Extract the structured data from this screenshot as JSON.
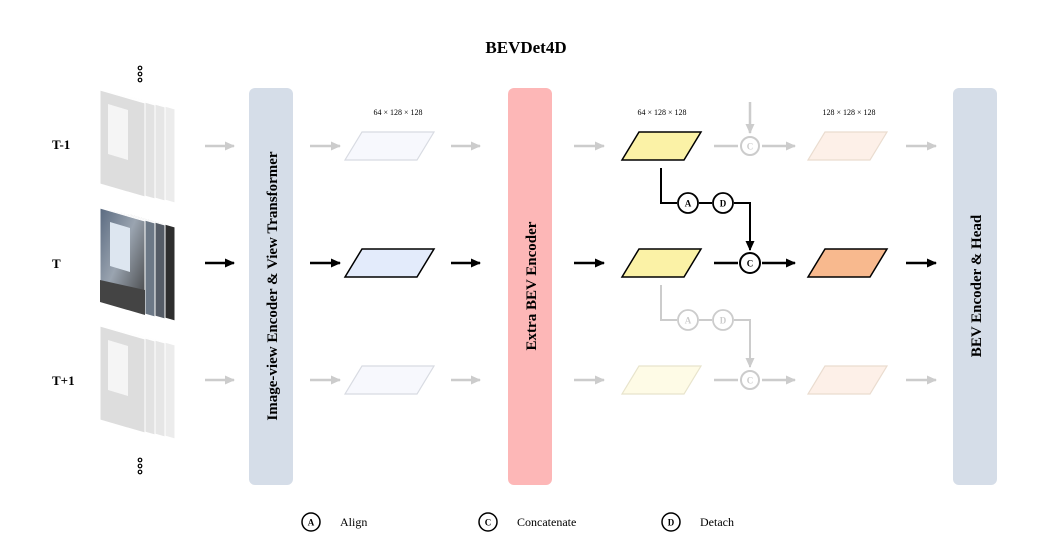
{
  "title": "BEVDet4D",
  "rows": {
    "prev": "T-1",
    "cur": "T",
    "next": "T+1"
  },
  "blocks": {
    "image_view": "Image-view Encoder & View Transformer",
    "extra_bev": "Extra BEV Encoder",
    "bev_head": "BEV Encoder & Head"
  },
  "dims": {
    "bev_feature": "64 × 128 × 128",
    "extra_feature": "64 × 128 × 128",
    "concat_feature": "128 × 128 × 128"
  },
  "ops": {
    "align_letter": "A",
    "concat_letter": "C",
    "detach_letter": "D"
  },
  "legend": [
    {
      "letter": "A",
      "label": "Align"
    },
    {
      "letter": "C",
      "label": "Concatenate"
    },
    {
      "letter": "D",
      "label": "Detach"
    }
  ],
  "colors": {
    "image_view_block": "#d5dde8",
    "extra_bev_block": "#fdb7b7",
    "bev_head_block": "#d5dde8",
    "bev_feature": "#e3ebfb",
    "extra_feature": "#fbf2a6",
    "concat_feature": "#f8b98e",
    "faded": "#cccccc"
  }
}
